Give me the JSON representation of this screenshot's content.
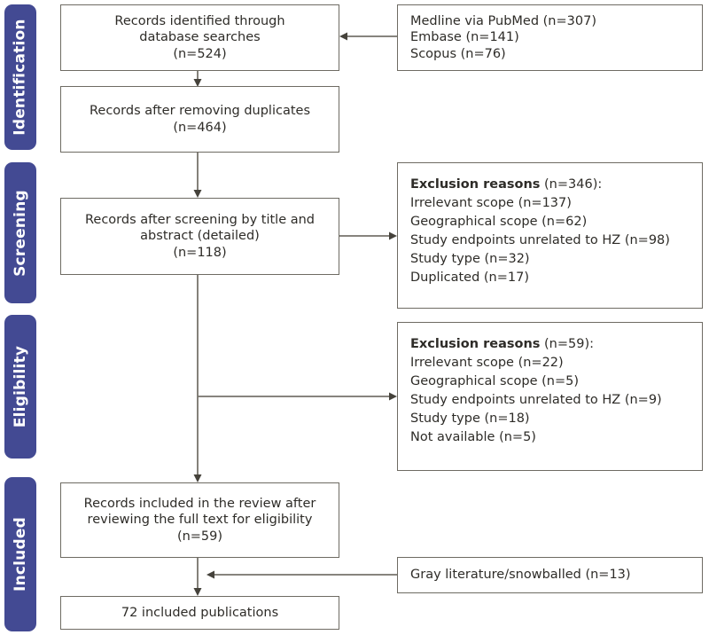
{
  "stages": [
    {
      "label": "Identification"
    },
    {
      "label": "Screening"
    },
    {
      "label": "Eligibility"
    },
    {
      "label": "Included"
    }
  ],
  "boxes": {
    "identified": {
      "lines": [
        "Records identified through",
        "database searches",
        "(n=524)"
      ]
    },
    "deduplicated": {
      "lines": [
        "Records after removing duplicates",
        "(n=464)"
      ]
    },
    "screened": {
      "lines": [
        "Records after screening by title and",
        "abstract (detailed)",
        "(n=118)"
      ]
    },
    "full_text": {
      "lines": [
        "Records included in the review after",
        "reviewing the full text for eligibility",
        "(n=59)"
      ]
    },
    "final": {
      "lines": [
        "72 included publications"
      ]
    },
    "sources": {
      "lines": [
        "Medline via PubMed (n=307)",
        "Embase (n=141)",
        "Scopus (n=76)"
      ]
    },
    "exclusion_screening": {
      "title_bold": "Exclusion reasons",
      "title_rest": " (n=346):",
      "items": [
        "Irrelevant scope (n=137)",
        "Geographical scope (n=62)",
        "Study endpoints unrelated to HZ (n=98)",
        "Study type (n=32)",
        "Duplicated (n=17)"
      ]
    },
    "exclusion_eligibility": {
      "title_bold": "Exclusion reasons",
      "title_rest": " (n=59):",
      "items": [
        "Irrelevant scope (n=22)",
        "Geographical scope (n=5)",
        "Study endpoints unrelated to HZ (n=9)",
        "Study type (n=18)",
        "Not available (n=5)"
      ]
    },
    "gray_literature": {
      "lines": [
        "Gray literature/snowballed (n=13)"
      ]
    }
  },
  "colors": {
    "stage_bg": "#434A93",
    "stage_text": "#FFFFFF",
    "box_border": "#6E6B63",
    "line": "#76736B",
    "arrowhead": "#45423B",
    "text": "#2E2C28"
  }
}
